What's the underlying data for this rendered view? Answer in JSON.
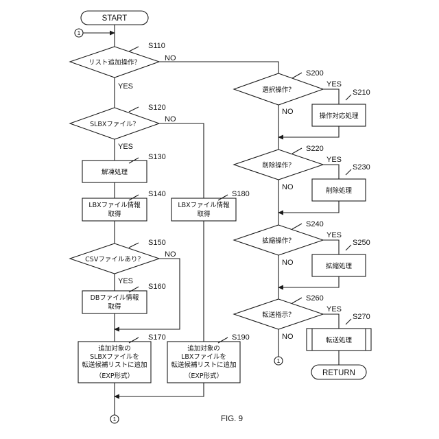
{
  "figure_label": "FIG. 9",
  "connector": "1",
  "yes": "YES",
  "no": "NO",
  "terminals": {
    "start": "START",
    "return": "RETURN"
  },
  "steps": {
    "s110": {
      "id": "S110",
      "text": "リスト追加操作？"
    },
    "s120": {
      "id": "S120",
      "text": "SLBXファイル？"
    },
    "s130": {
      "id": "S130",
      "text": "解凍処理"
    },
    "s140": {
      "id": "S140",
      "line1": "LBXファイル情報",
      "line2": "取得"
    },
    "s150": {
      "id": "S150",
      "text": "CSVファイルあり？"
    },
    "s160": {
      "id": "S160",
      "line1": "DBファイル情報",
      "line2": "取得"
    },
    "s170": {
      "id": "S170",
      "line1": "追加対象の",
      "line2": "SLBXファイルを",
      "line3": "転送候補リストに追加",
      "line4": "（EXP形式）"
    },
    "s180": {
      "id": "S180",
      "line1": "LBXファイル情報",
      "line2": "取得"
    },
    "s190": {
      "id": "S190",
      "line1": "追加対象の",
      "line2": "LBXファイルを",
      "line3": "転送候補リストに追加",
      "line4": "（EXP形式）"
    },
    "s200": {
      "id": "S200",
      "text": "選択操作？"
    },
    "s210": {
      "id": "S210",
      "text": "操作対応処理"
    },
    "s220": {
      "id": "S220",
      "text": "削除操作？"
    },
    "s230": {
      "id": "S230",
      "text": "削除処理"
    },
    "s240": {
      "id": "S240",
      "text": "拡縮操作？"
    },
    "s250": {
      "id": "S250",
      "text": "拡縮処理"
    },
    "s260": {
      "id": "S260",
      "text": "転送指示？"
    },
    "s270": {
      "id": "S270",
      "text": "転送処理"
    }
  }
}
